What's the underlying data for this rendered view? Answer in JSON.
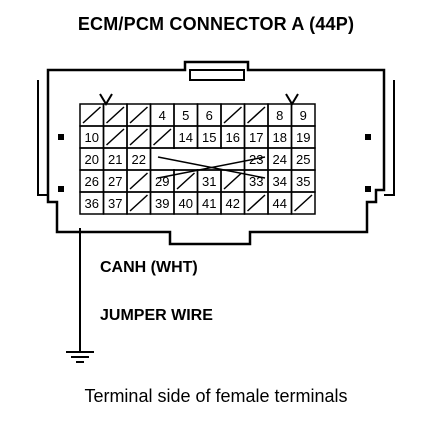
{
  "title": "ECM/PCM CONNECTOR A (44P)",
  "caption": "Terminal side of female terminals",
  "labels": {
    "canh": "CANH (WHT)",
    "jumper": "JUMPER WIRE"
  },
  "connector": {
    "rows": [
      [
        "",
        "",
        "",
        "4",
        "5",
        "6",
        "",
        "",
        "8",
        "9"
      ],
      [
        "10",
        "",
        "",
        "",
        "14",
        "15",
        "16",
        "17",
        "18",
        "19"
      ],
      [
        "20",
        "21",
        "22",
        "",
        "",
        "",
        "",
        "23",
        "24",
        "25"
      ],
      [
        "26",
        "27",
        "",
        "29",
        "",
        "31",
        "",
        "33",
        "34",
        "35"
      ],
      [
        "36",
        "37",
        "",
        "39",
        "40",
        "41",
        "42",
        "",
        "44",
        ""
      ]
    ],
    "highlighted_terminal": "36"
  }
}
